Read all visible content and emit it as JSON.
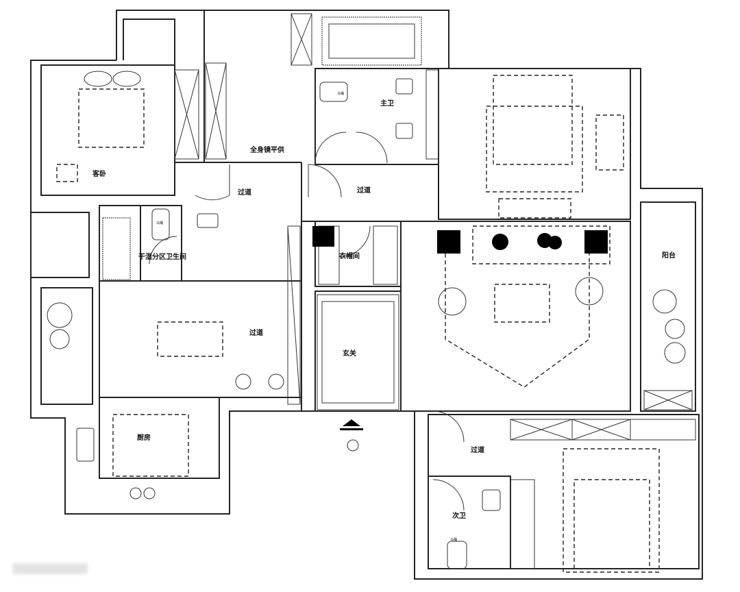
{
  "rooms": {
    "guest_bedroom": "客卧",
    "mirror_cabinet": "全身镜平供",
    "corridor": "过道",
    "master_bath": "主卫",
    "toilet": "马桶",
    "guest_bath": "干湿分区卫生间",
    "cloakroom": "衣帽间",
    "foyer": "玄关",
    "balcony": "阳台",
    "kitchen": "厨房",
    "second_bath": "次卫"
  }
}
